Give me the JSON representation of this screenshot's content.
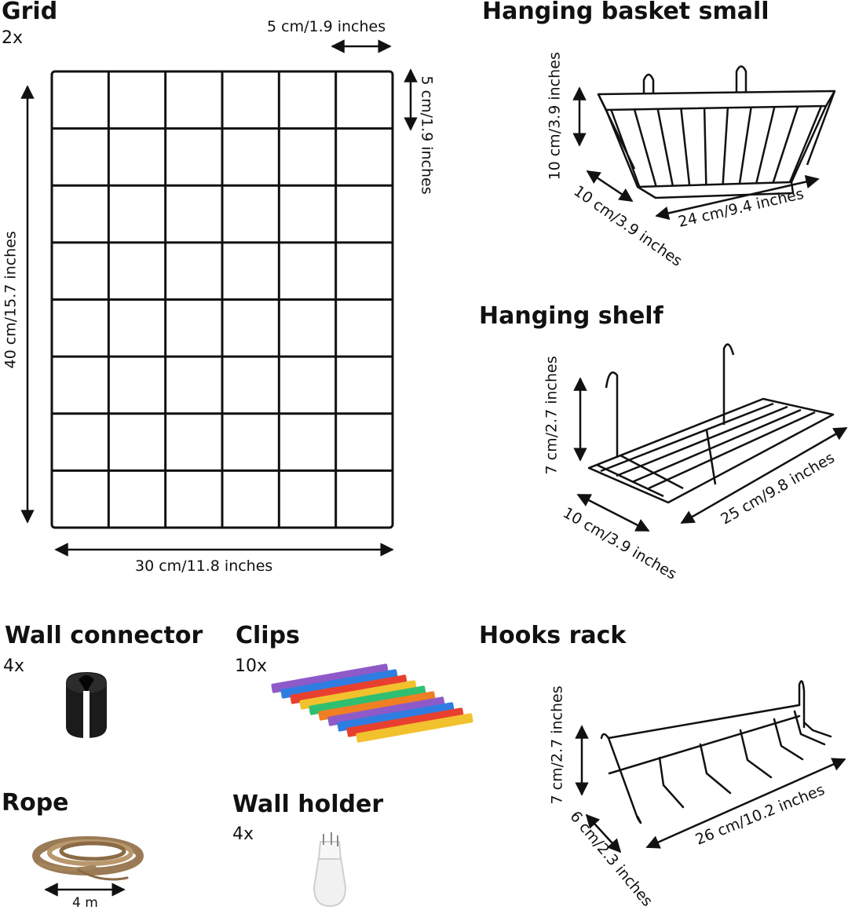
{
  "grid": {
    "title": "Grid",
    "qty": "2x",
    "dim_cell_w": "5 cm/1.9 inches",
    "dim_cell_h": "5 cm/1.9 inches",
    "dim_height": "40 cm/15.7 inches",
    "dim_width": "30 cm/11.8 inches"
  },
  "basket": {
    "title": "Hanging basket small",
    "dim_h": "10 cm/3.9 inches",
    "dim_d": "10 cm/3.9 inches",
    "dim_w": "24 cm/9.4 inches"
  },
  "shelf": {
    "title": "Hanging shelf",
    "dim_h": "7 cm/2.7 inches",
    "dim_d": "10 cm/3.9 inches",
    "dim_w": "25 cm/9.8 inches"
  },
  "hooks": {
    "title": "Hooks rack",
    "dim_h": "7 cm/2.7 inches",
    "dim_d": "6 cm/2.3 inches",
    "dim_w": "26 cm/10.2 inches"
  },
  "connector": {
    "title": "Wall connector",
    "qty": "4x"
  },
  "clips": {
    "title": "Clips",
    "qty": "10x"
  },
  "rope": {
    "title": "Rope",
    "dim_len": "4 m"
  },
  "holder": {
    "title": "Wall holder",
    "qty": "4x"
  },
  "colors": {
    "ink": "#111111",
    "rope": "#9a7b55",
    "clip_colors": [
      "#8e5ac8",
      "#2f7de1",
      "#e8402f",
      "#f2c12e",
      "#2fbf71",
      "#f07f24"
    ]
  }
}
